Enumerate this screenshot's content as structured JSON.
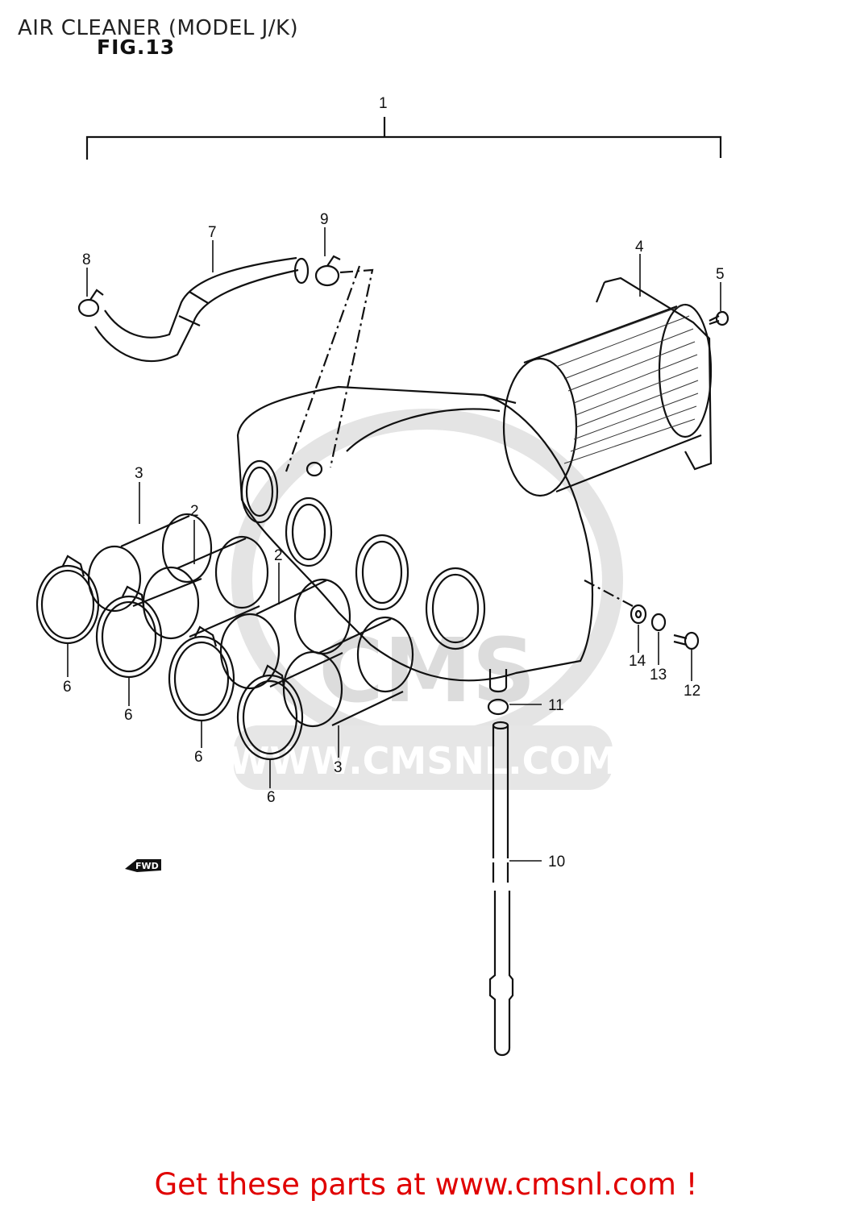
{
  "page": {
    "title": "AIR CLEANER (MODEL J/K)",
    "figure_label": "FIG.13"
  },
  "parts": [
    {
      "num": "1"
    },
    {
      "num": "2"
    },
    {
      "num": "2"
    },
    {
      "num": "3"
    },
    {
      "num": "3"
    },
    {
      "num": "4"
    },
    {
      "num": "5"
    },
    {
      "num": "6"
    },
    {
      "num": "6"
    },
    {
      "num": "6"
    },
    {
      "num": "6"
    },
    {
      "num": "7"
    },
    {
      "num": "8"
    },
    {
      "num": "9"
    },
    {
      "num": "10"
    },
    {
      "num": "11"
    },
    {
      "num": "12"
    },
    {
      "num": "13"
    },
    {
      "num": "14"
    }
  ],
  "direction_marker": {
    "text": "FWD"
  },
  "watermark": {
    "brand": "CMS",
    "url": "WWW.CMSNL.COM"
  },
  "footer": {
    "link_text": "Get these parts at www.cmsnl.com !"
  },
  "colors": {
    "line": "#111111",
    "footer_link": "#e00000",
    "watermark": "#dcdcdc"
  }
}
